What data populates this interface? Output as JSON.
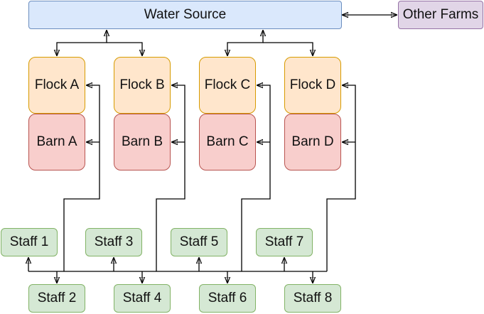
{
  "colors": {
    "water_fill": "#dae8fc",
    "water_stroke": "#6c8ebf",
    "other_fill": "#e1d5e7",
    "other_stroke": "#9673a6",
    "flock_fill": "#ffe6cc",
    "flock_stroke": "#d79b00",
    "barn_fill": "#f8cecc",
    "barn_stroke": "#b85450",
    "staff_fill": "#d5e8d4",
    "staff_stroke": "#82b366"
  },
  "nodes": {
    "water_source": "Water Source",
    "other_farms": "Other Farms",
    "flocks": [
      "Flock A",
      "Flock B",
      "Flock C",
      "Flock D"
    ],
    "barns": [
      "Barn A",
      "Barn B",
      "Barn C",
      "Barn D"
    ],
    "staff": [
      "Staff 1",
      "Staff 2",
      "Staff 3",
      "Staff 4",
      "Staff 5",
      "Staff 6",
      "Staff 7",
      "Staff 8"
    ]
  }
}
